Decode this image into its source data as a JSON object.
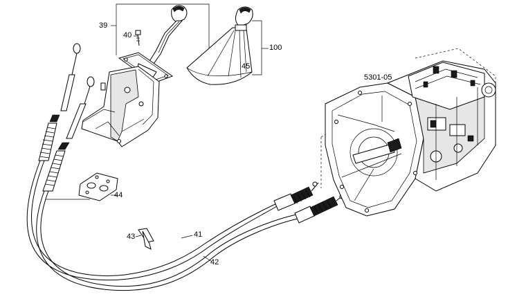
{
  "figure": {
    "reference": "5301-05",
    "callouts": {
      "p39": "39",
      "p40": "40",
      "p100": "100",
      "p45": "45",
      "p44": "44",
      "p43": "43",
      "p41": "41",
      "p42": "42"
    }
  }
}
